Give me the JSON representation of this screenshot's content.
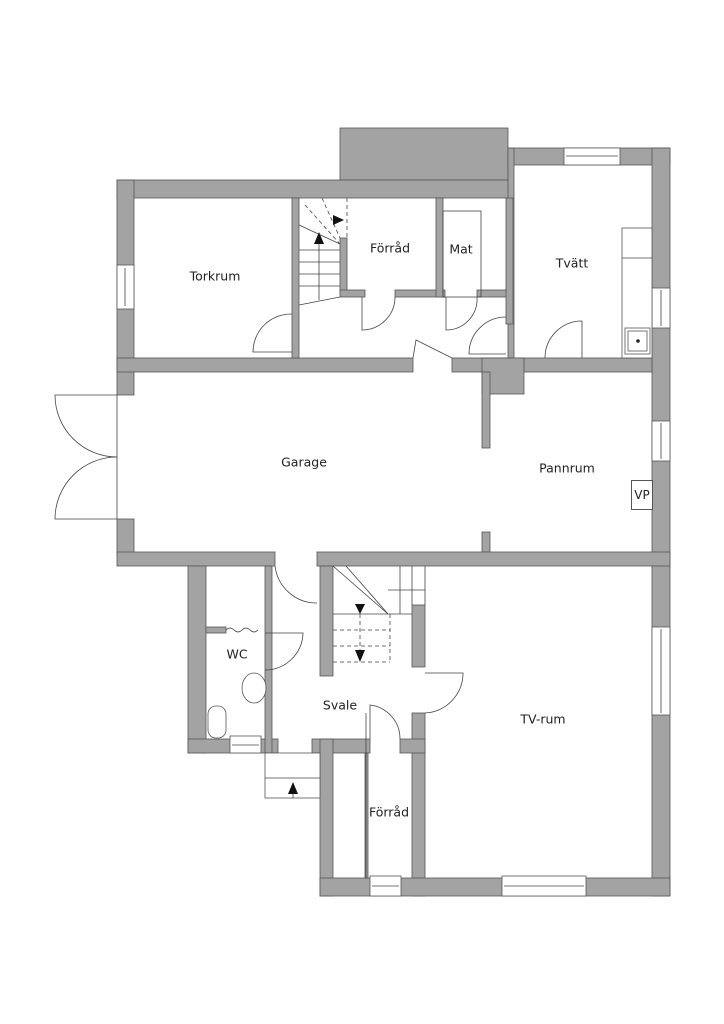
{
  "plan": {
    "rooms": [
      {
        "id": "torkrum",
        "label": "Torkrum"
      },
      {
        "id": "forrad_top",
        "label": "Förråd"
      },
      {
        "id": "mat",
        "label": "Mat"
      },
      {
        "id": "tvatt",
        "label": "Tvätt"
      },
      {
        "id": "garage",
        "label": "Garage"
      },
      {
        "id": "pannrum",
        "label": "Pannrum"
      },
      {
        "id": "wc",
        "label": "WC"
      },
      {
        "id": "svale",
        "label": "Svale"
      },
      {
        "id": "tv_rum",
        "label": "TV-rum"
      },
      {
        "id": "forrad_bottom",
        "label": "Förråd"
      }
    ],
    "fixtures": {
      "heat_pump": "VP"
    },
    "colors": {
      "wall": "#a3a3a3",
      "outline": "#555555",
      "background": "#ffffff"
    }
  }
}
